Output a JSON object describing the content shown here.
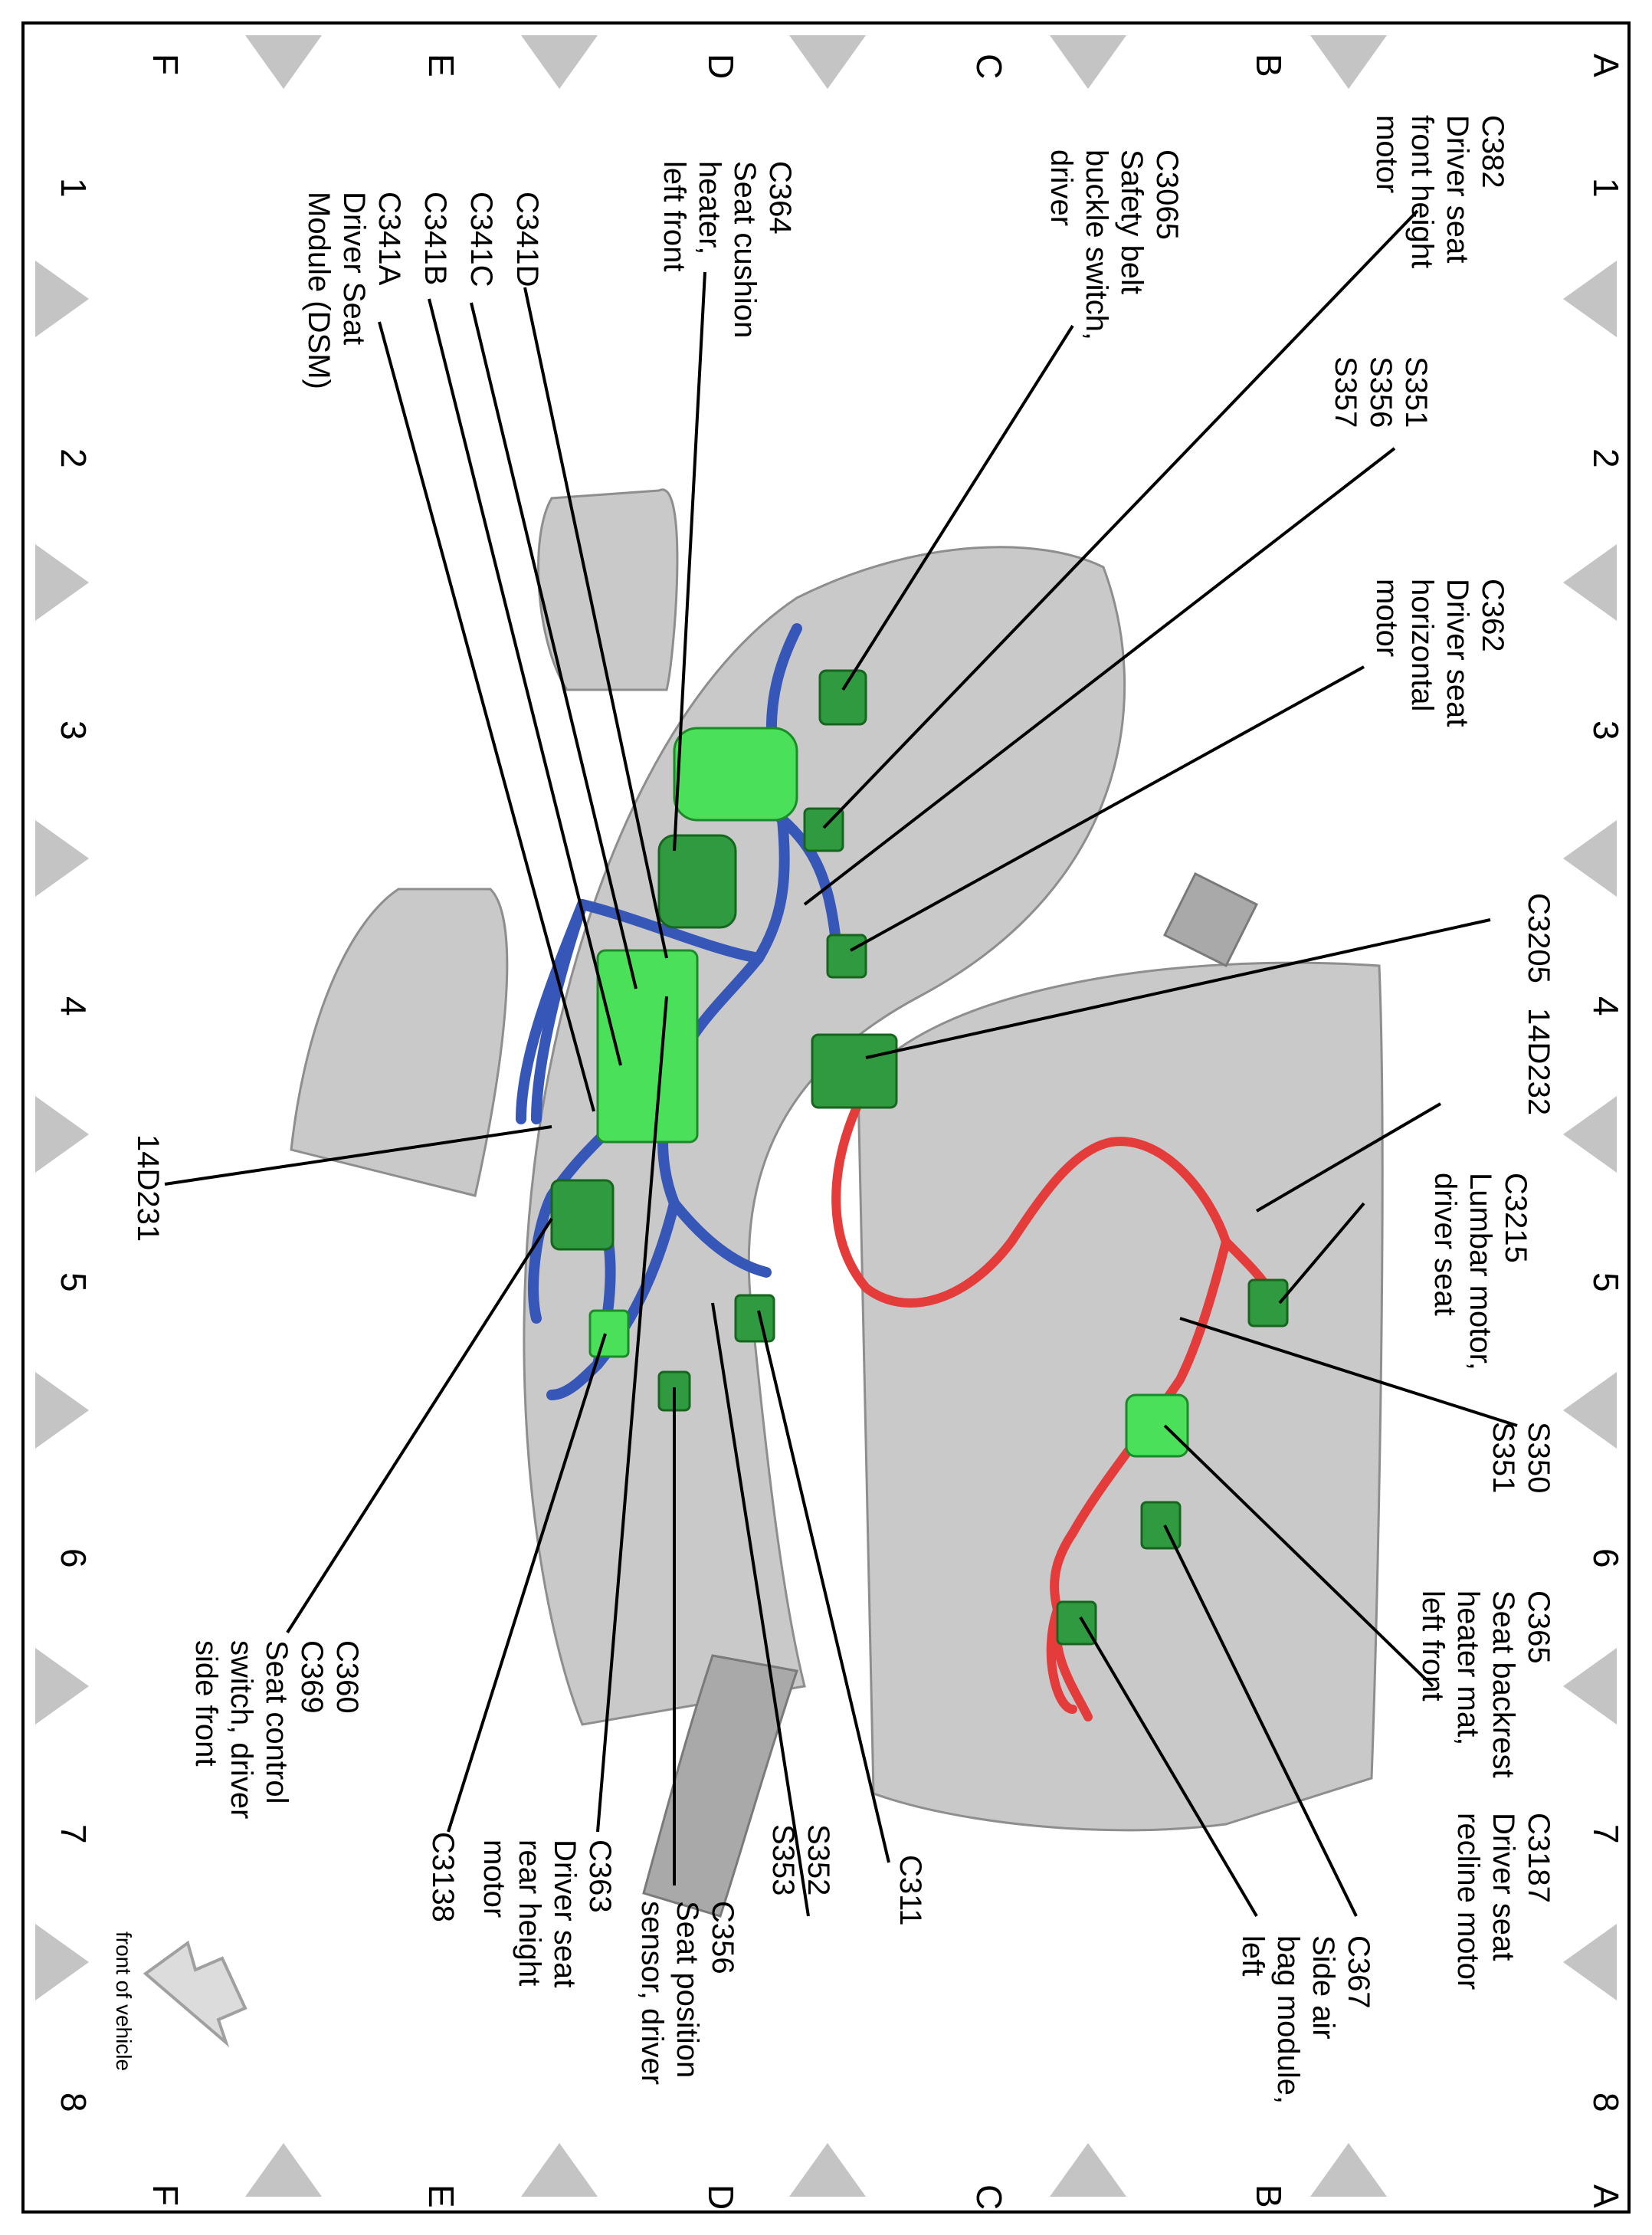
{
  "grid": {
    "rows": [
      "A",
      "B",
      "C",
      "D",
      "E",
      "F"
    ],
    "cols": [
      "1",
      "2",
      "3",
      "4",
      "5",
      "6",
      "7",
      "8"
    ]
  },
  "orientation": {
    "label": "front of vehicle",
    "icon": "arrow-icon"
  },
  "callouts": [
    {
      "id": "c382",
      "lines": [
        "C382",
        "Driver seat",
        "front height",
        "motor"
      ]
    },
    {
      "id": "c3065",
      "lines": [
        "C3065",
        "Safety belt",
        "buckle switch,",
        "driver"
      ]
    },
    {
      "id": "s351a",
      "lines": [
        "S351",
        "S356",
        "S357"
      ]
    },
    {
      "id": "c362",
      "lines": [
        "C362",
        "Driver seat",
        "horizontal",
        "motor"
      ]
    },
    {
      "id": "c3205",
      "lines": [
        "C3205"
      ]
    },
    {
      "id": "d14d232",
      "lines": [
        "14D232"
      ]
    },
    {
      "id": "c3215",
      "lines": [
        "C3215",
        "Lumbar motor,",
        "driver seat"
      ]
    },
    {
      "id": "s350",
      "lines": [
        "S350",
        "S351"
      ]
    },
    {
      "id": "c365",
      "lines": [
        "C365",
        "Seat backrest",
        "heater mat,",
        "left front"
      ]
    },
    {
      "id": "c3187",
      "lines": [
        "C3187",
        "Driver seat",
        "recline motor"
      ]
    },
    {
      "id": "c367",
      "lines": [
        "C367",
        "Side air",
        "bag module,",
        "left"
      ]
    },
    {
      "id": "c364",
      "lines": [
        "C364",
        "Seat cushion",
        "heater,",
        "left front"
      ]
    },
    {
      "id": "c341d",
      "lines": [
        "C341D"
      ]
    },
    {
      "id": "c341c",
      "lines": [
        "C341C"
      ]
    },
    {
      "id": "c341b",
      "lines": [
        "C341B"
      ]
    },
    {
      "id": "c341a",
      "lines": [
        "C341A",
        "Driver Seat",
        "Module (DSM)"
      ]
    },
    {
      "id": "d14d231",
      "lines": [
        "14D231"
      ]
    },
    {
      "id": "c360",
      "lines": [
        "C360",
        "C369",
        "Seat control",
        "switch, driver",
        "side front"
      ]
    },
    {
      "id": "c3138",
      "lines": [
        "C3138"
      ]
    },
    {
      "id": "c363",
      "lines": [
        "C363",
        "Driver seat",
        "rear height",
        "motor"
      ]
    },
    {
      "id": "c356",
      "lines": [
        "C356",
        "Seat position",
        "sensor, driver"
      ]
    },
    {
      "id": "s352",
      "lines": [
        "S352",
        "S353"
      ]
    },
    {
      "id": "c311",
      "lines": [
        "C311"
      ]
    }
  ],
  "colors": {
    "harness_blue": "#3656b8",
    "harness_red": "#e43b3b",
    "connector_green": "#2f9a3f",
    "connector_bright": "#4be05a",
    "seat_gray": "#c9c9c9",
    "grid_marker": "#c4c4c4"
  }
}
